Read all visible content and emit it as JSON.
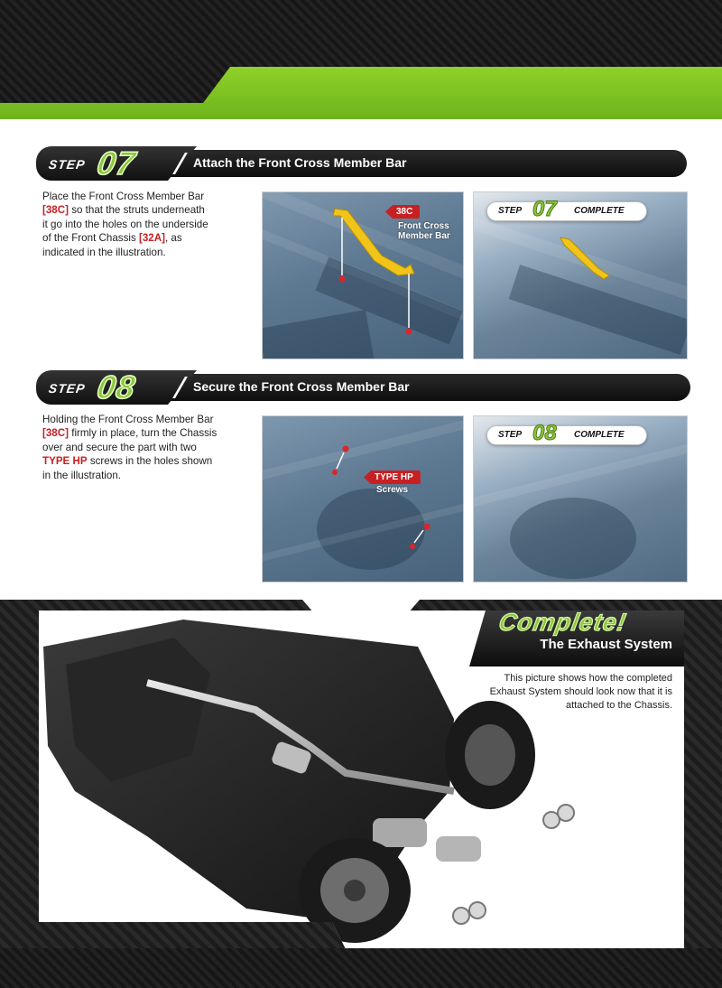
{
  "steps": [
    {
      "step_word": "STEP",
      "number": "07",
      "title": "Attach the Front Cross Member Bar",
      "text_parts": [
        {
          "t": "Place the Front Cross Member Bar ",
          "red": false
        },
        {
          "t": "[38C]",
          "red": true
        },
        {
          "t": " so that the struts underneath it go into the holes on the underside of the Front Chassis ",
          "red": false
        },
        {
          "t": "[32A]",
          "red": true
        },
        {
          "t": ", as indicated in the illustration.",
          "red": false
        }
      ],
      "callout_code": "38C",
      "callout_label_1": "Front Cross",
      "callout_label_2": "Member Bar",
      "complete_badge": {
        "step": "STEP",
        "number": "07",
        "word": "COMPLETE"
      }
    },
    {
      "step_word": "STEP",
      "number": "08",
      "title": "Secure the Front Cross Member Bar",
      "text_parts": [
        {
          "t": "Holding the Front Cross Member Bar ",
          "red": false
        },
        {
          "t": "[38C]",
          "red": true
        },
        {
          "t": " firmly in place, turn the Chassis over and secure the part with two ",
          "red": false
        },
        {
          "t": "TYPE HP",
          "red": true
        },
        {
          "t": " screws in the holes shown in the illustration.",
          "red": false
        }
      ],
      "callout_code": "TYPE HP",
      "callout_label_1": "Screws",
      "complete_badge": {
        "step": "STEP",
        "number": "08",
        "word": "COMPLETE"
      }
    }
  ],
  "complete_section": {
    "heading": "Complete!",
    "subheading": "The Exhaust System",
    "description": "This picture shows how the completed Exhaust System should look now that it is attached to the Chassis."
  },
  "colors": {
    "accent_green": "#8dc63f",
    "highlight_red": "#c82022",
    "dark": "#111111"
  }
}
